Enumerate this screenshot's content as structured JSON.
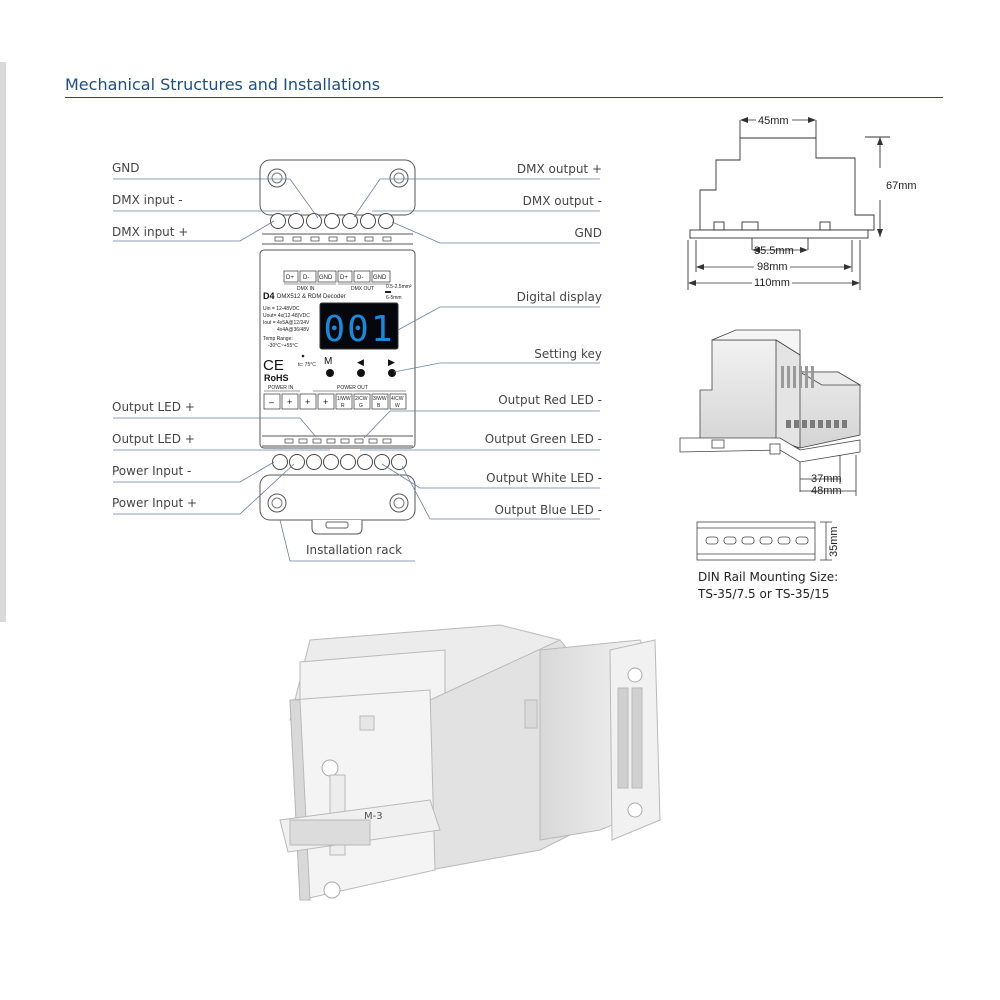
{
  "title": "Mechanical Structures and Installations",
  "labels_left": [
    "GND",
    "DMX input -",
    "DMX input +",
    "Output LED +",
    "Output LED +",
    "Power Input -",
    "Power Input +"
  ],
  "labels_right": [
    "DMX output +",
    "DMX output -",
    "GND",
    "Digital display",
    "Setting key",
    "Output Red LED -",
    "Output Green LED -",
    "Output White LED -",
    "Output Blue LED -"
  ],
  "label_bottom": "Installation rack",
  "device": {
    "dmx_in_terms": [
      "D+",
      "D-",
      "GND"
    ],
    "dmx_out_terms": [
      "D+",
      "D-",
      "GND"
    ],
    "dmx_in_label": "DMX IN",
    "dmx_out_label": "DMX OUT",
    "wire_spec_1": "0.5-2.5mm²",
    "wire_spec_2": "6-5mm",
    "model": "D4",
    "model_desc": "DMX512 & RDM Decoder",
    "specs": [
      "Uin  = 12-48VDC",
      "Uout= 4x(12-48)VDC",
      "Iout = 4x5A@12/24V",
      "4x4A@36/48V",
      "Temp Range:",
      "-30°C~+55°C"
    ],
    "tc": "tc: 75°C",
    "ce": "CE",
    "rohs": "RoHS",
    "display": "001",
    "keys": [
      "M",
      "◀",
      "▶"
    ],
    "power_in_label": "POWER IN",
    "power_out_label": "POWER OUT",
    "power_in_terms": [
      "–",
      "+",
      "+",
      "+"
    ],
    "power_out_terms": [
      {
        "top": "1/WW",
        "bottom": "R"
      },
      {
        "top": "2/CW",
        "bottom": "G"
      },
      {
        "top": "3/WW",
        "bottom": "B"
      },
      {
        "top": "4/CW",
        "bottom": "W"
      }
    ]
  },
  "dimensions": {
    "top_width": "45mm",
    "height": "67mm",
    "rail_gap": "35.5mm",
    "mid_width": "98mm",
    "total_width": "110mm",
    "side_1": "37mm",
    "side_2": "48mm",
    "rail_height": "35mm"
  },
  "din_caption": [
    "DIN Rail Mounting Size:",
    "TS-35/7.5 or TS-35/15"
  ],
  "photo_mark": "M-3"
}
